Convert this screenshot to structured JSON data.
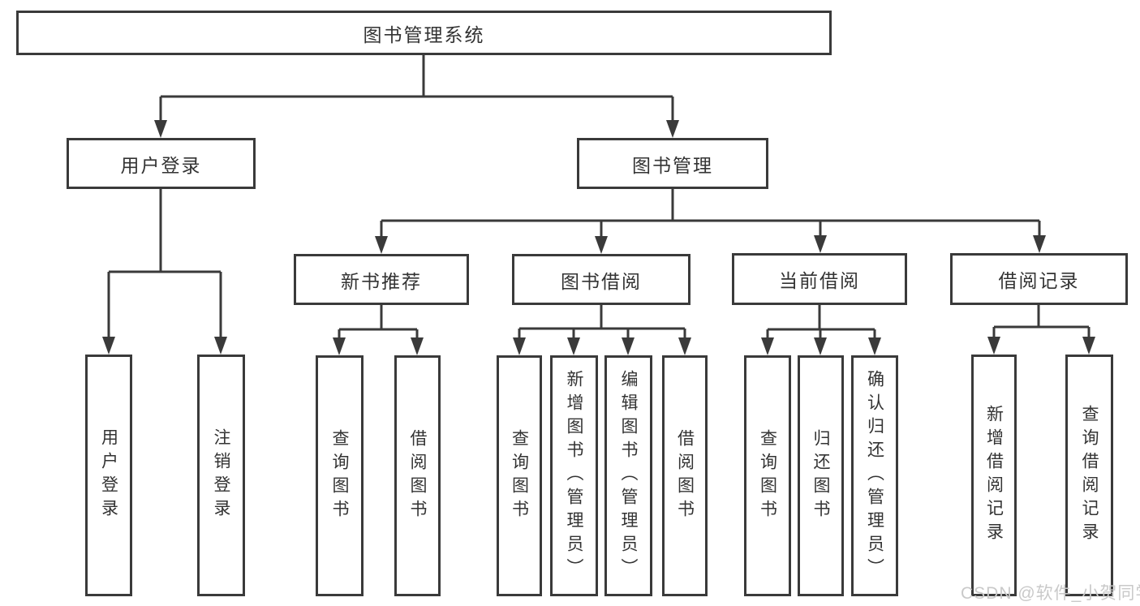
{
  "diagram": {
    "title": "图书管理系统",
    "root": {
      "label": "图书管理系统",
      "children": [
        {
          "label": "用户登录",
          "children": [
            {
              "label": "用户登录"
            },
            {
              "label": "注销登录"
            }
          ]
        },
        {
          "label": "图书管理",
          "children": [
            {
              "label": "新书推荐",
              "children": [
                {
                  "label": "查询图书"
                },
                {
                  "label": "借阅图书"
                }
              ]
            },
            {
              "label": "图书借阅",
              "children": [
                {
                  "label": "查询图书"
                },
                {
                  "label": "新增图书（管理员）"
                },
                {
                  "label": "编辑图书（管理员）"
                },
                {
                  "label": "借阅图书"
                }
              ]
            },
            {
              "label": "当前借阅",
              "children": [
                {
                  "label": "查询图书"
                },
                {
                  "label": "归还图书"
                },
                {
                  "label": "确认归还（管理员）"
                }
              ]
            },
            {
              "label": "借阅记录",
              "children": [
                {
                  "label": "新增借阅记录"
                },
                {
                  "label": "查询借阅记录"
                }
              ]
            }
          ]
        }
      ]
    }
  },
  "watermark": {
    "text": "CSDN @软件_小贺同学",
    "color": "#c9c9c9"
  },
  "colors": {
    "line": "#3a3a3a",
    "text": "#333333",
    "background": "#ffffff"
  }
}
